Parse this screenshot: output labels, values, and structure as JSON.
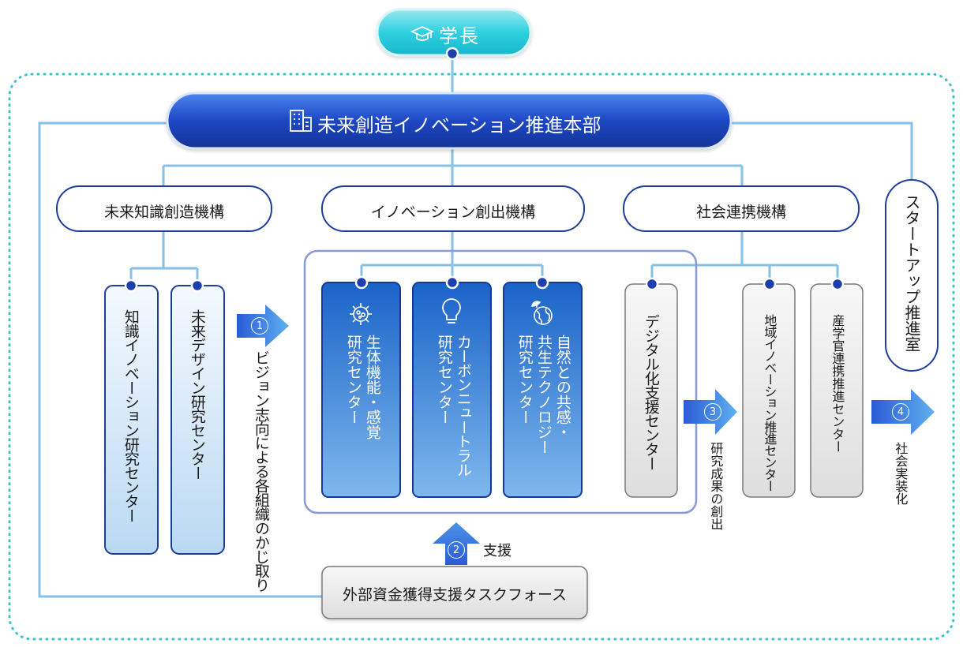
{
  "president": {
    "label": "学長",
    "icon": "graduation-cap-icon"
  },
  "hq": {
    "label": "未来創造イノベーション推進本部",
    "icon": "building-icon"
  },
  "orgs": [
    {
      "label": "未来知識創造機構"
    },
    {
      "label": "イノベーション創出機構"
    },
    {
      "label": "社会連携機構"
    }
  ],
  "startup": {
    "label": "スタートアップ推進室"
  },
  "centers": {
    "knowledge_innovation": "知識イノベーション研究センター",
    "future_design": "未来デザイン研究センター",
    "bio_line1": "生体機能・感覚",
    "bio_line2": "研究センター",
    "carbon_line1": "カーボンニュートラル",
    "carbon_line2": "研究センター",
    "nature_line1": "自然との共感・",
    "nature_line2": "共生テクノロジー",
    "nature_line3": "研究センター",
    "digital": "デジタル化支援センター",
    "regional": "地域イノベーション推進センター",
    "industry": "産学官連携推進センター"
  },
  "taskforce": {
    "label": "外部資金獲得支援タスクフォース"
  },
  "arrows": [
    {
      "num": "1",
      "label": "ビジョン志向による各組織のかじ取り"
    },
    {
      "num": "2",
      "label": "支援"
    },
    {
      "num": "3",
      "label": "研究成果の創出"
    },
    {
      "num": "4",
      "label": "社会実装化"
    }
  ],
  "icons": [
    "virus-icon",
    "lightbulb-icon",
    "earth-plant-icon"
  ],
  "colors": {
    "teal": "#2cc7d9",
    "navy": "#1d3fae",
    "blue": "#2f78d8",
    "light_blue": "#cfe5f7",
    "gray": "#ececec",
    "line": "#7fbde3"
  }
}
